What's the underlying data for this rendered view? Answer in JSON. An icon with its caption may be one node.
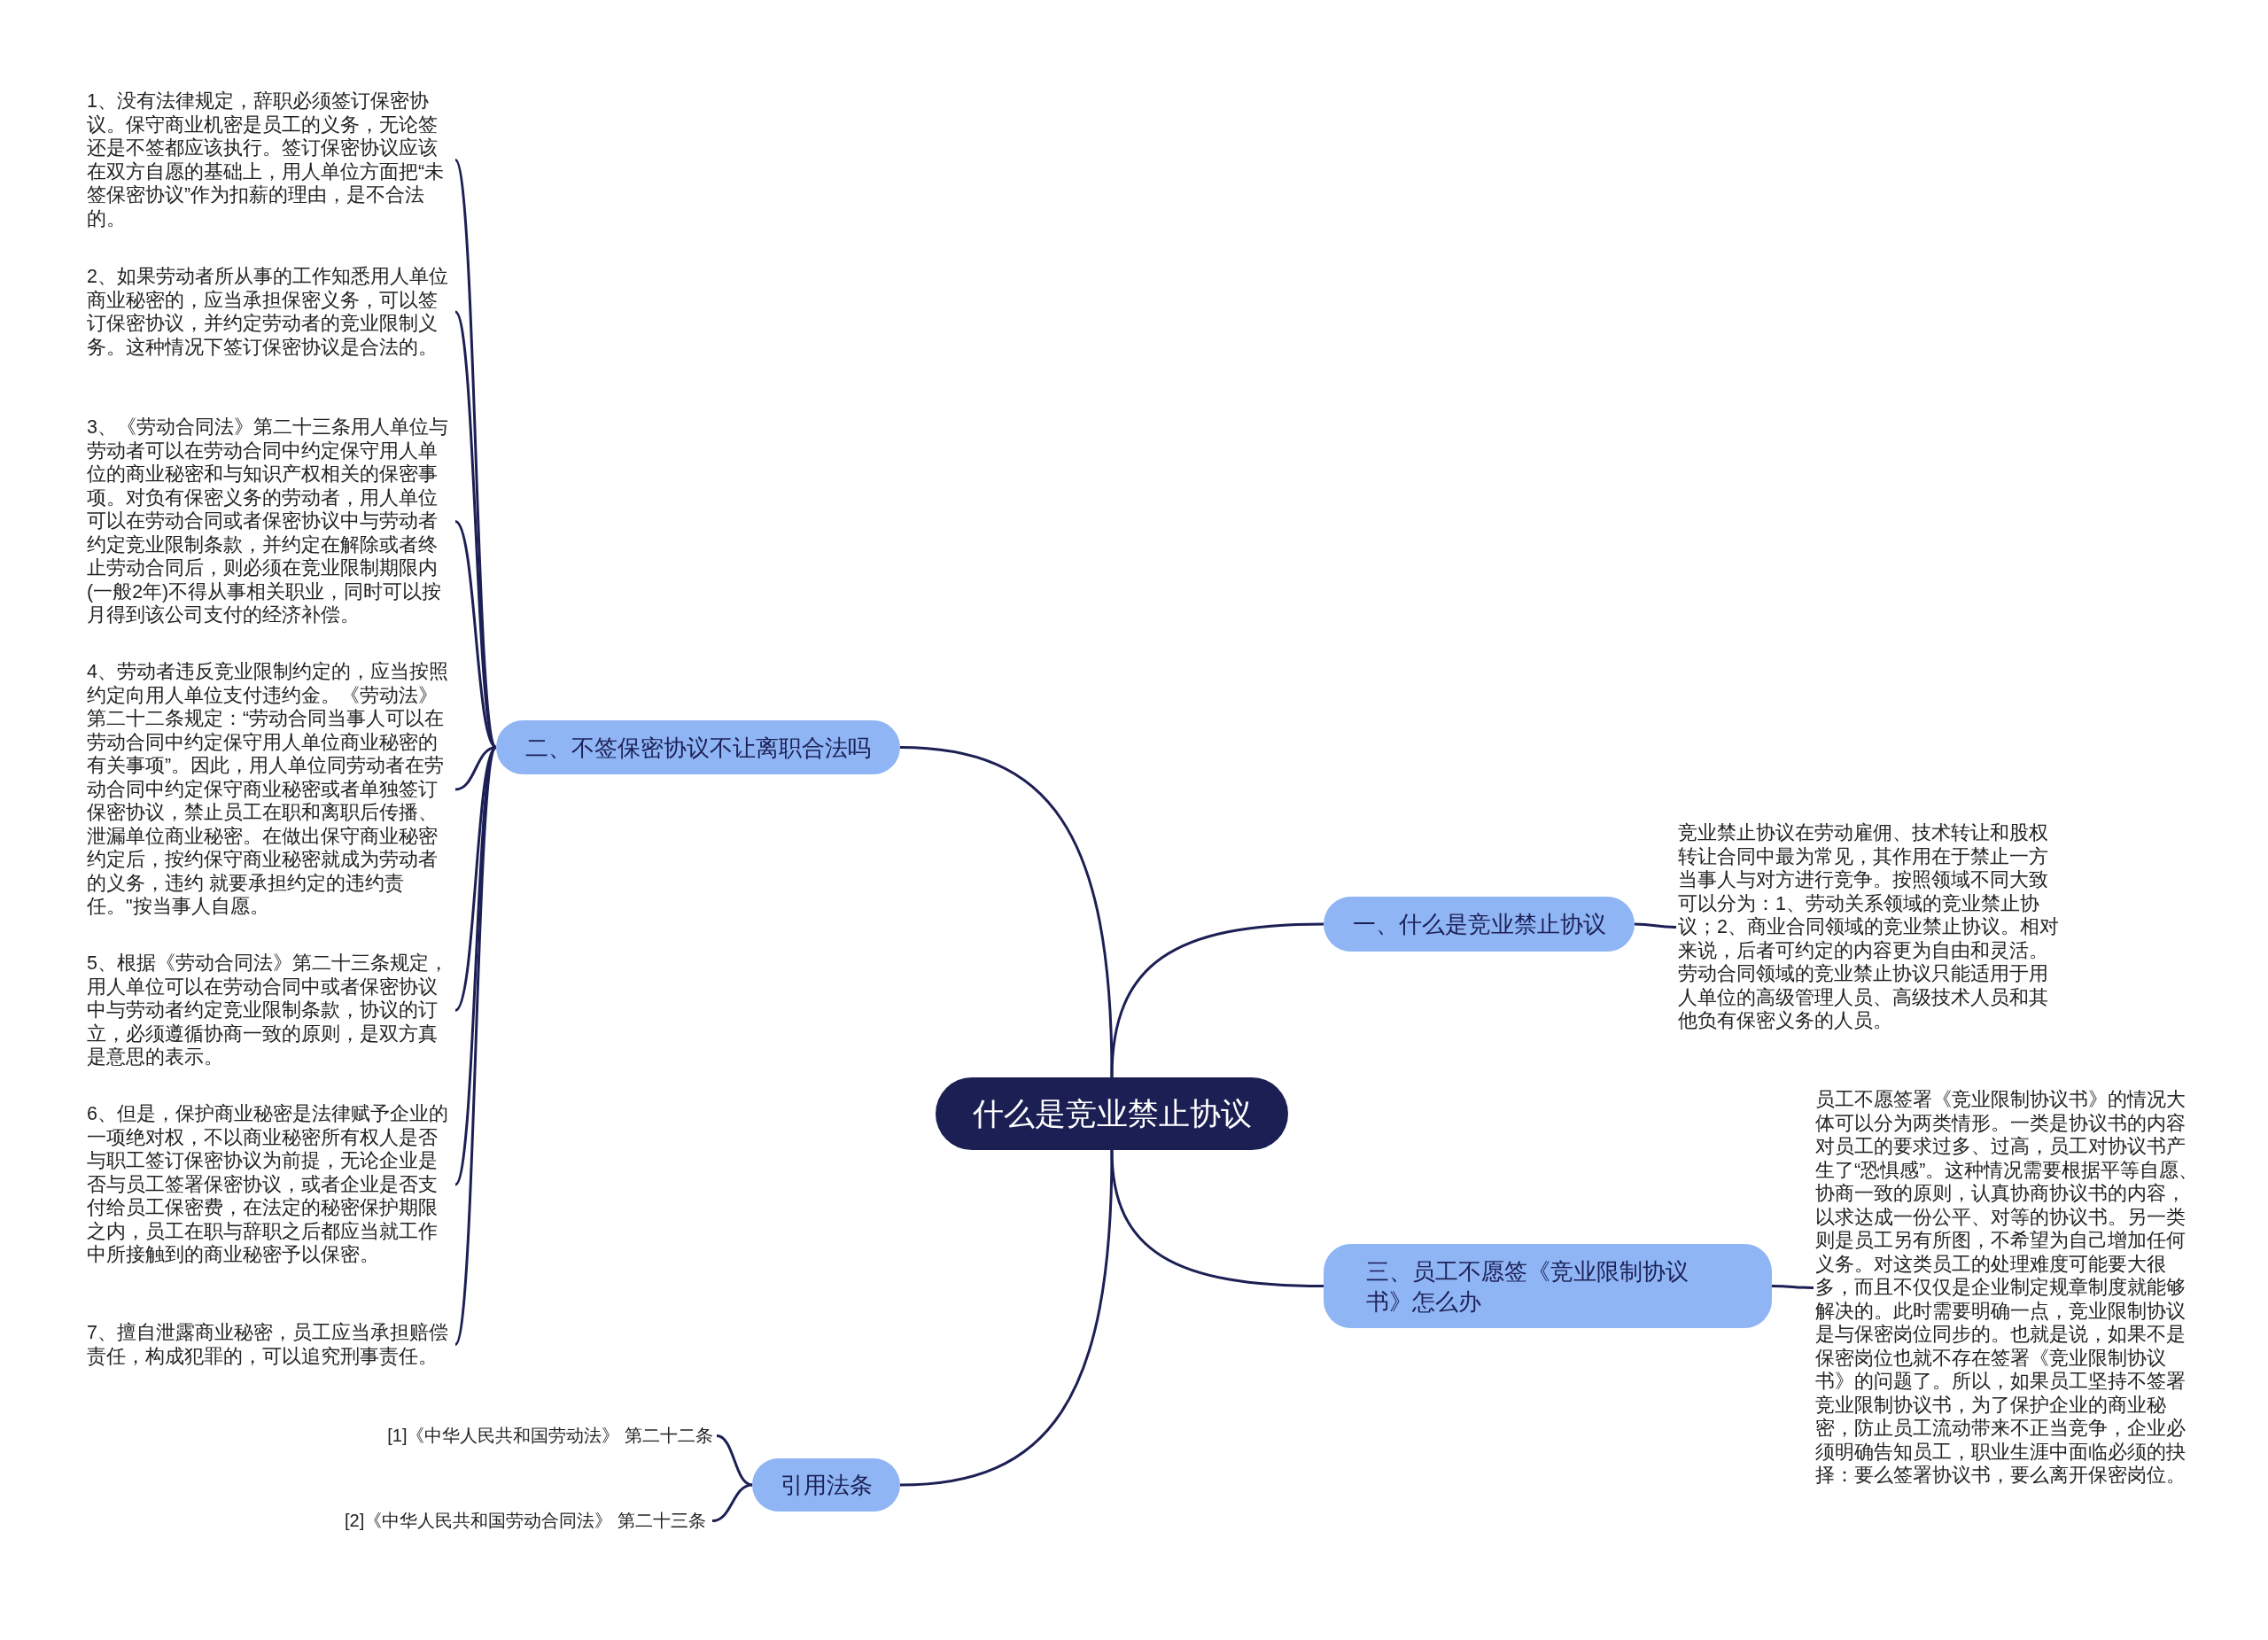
{
  "diagram": {
    "nodes": [
      {
        "text": [
          "什么是竞业禁止协议"
        ]
      },
      {
        "text": [
          "二、不签保密协议不让离职合法吗"
        ]
      },
      {
        "text": [
          "1、没有法律规定，辞职必须签订保密协议。保守商业机密是员工的义务，无论签还是不签都应该执行。签订保密协议应该在双方自愿的基础上，用人单位方面把“未签保密协议”作为扣薪的理由，是不合法的。"
        ]
      },
      {
        "text": [
          "2、如果劳动者所从事的工作知悉用人单位商业秘密的，应当承担保密义务，可以签订保密协议，并约定劳动者的竞业限制义务。这种情况下签订保密协议是合法的。"
        ]
      },
      {
        "text": [
          "3、《劳动合同法》第二十三条用人单位与劳动者可以在劳动合同中约定保守用人单位的商业秘密和与知识产权相关的保密事项。对负有保密义务的劳动者，用人单位可以在劳动合同或者保密协议中与劳动者约定竞业限制条款，并约定在解除或者终止劳动合同后，则必须在竞业限制期限内(一般2年)不得从事相关职业，同时可以按月得到该公司支付的经济补偿。"
        ]
      },
      {
        "text": [
          "4、劳动者违反竞业限制约定的，应当按照约定向用人单位支付违约金。《劳动法》第二十二条规定：“劳动合同当事人可以在劳动合同中约定保守用人单位商业秘密的有关事项”。因此，用人单位同劳动者在劳动合同中约定保守商业秘密或者单独签订保密协议，禁止员工在职和离职后传播、泄漏单位商业秘密。在做出保守商业秘密约定后，按约保守商业秘密就成为劳动者的义务，违约 就要承担约定的违约责任。\"按当事人自愿。"
        ]
      },
      {
        "text": [
          "5、根据《劳动合同法》第二十三条规定，用人单位可以在劳动合同中或者保密协议中与劳动者约定竞业限制条款，协议的订立，必须遵循协商一致的原则，是双方真是意思的表示。"
        ]
      },
      {
        "text": [
          "6、但是，保护商业秘密是法律赋予企业的一项绝对权，不以商业秘密所有权人是否与职工签订保密协议为前提，无论企业是否与员工签署保密协议，或者企业是否支付给员工保密费，在法定的秘密保护期限之内，员工在职与辞职之后都应当就工作中所接触到的商业秘密予以保密。"
        ]
      },
      {
        "text": [
          "7、擅自泄露商业秘密，员工应当承担赔偿责任，构成犯罪的，可以追究刑事责任。"
        ]
      },
      {
        "text": [
          "一、什么是竞业禁止协议"
        ]
      },
      {
        "text": [
          "竞业禁止协议在劳动雇佣、技术转让和股权转让合同中最为常见，其作用在于禁止一方当事人与对方进行竞争。按照领域不同大致可以分为：1、劳动关系领域的竞业禁止协议；2、商业合同领域的竞业禁止协议。相对来说，后者可约定的内容更为自由和灵活。劳动合同领域的竞业禁止协议只能适用于用人单位的高级管理人员、高级技术人员和其他负有保密义务的人员。"
        ]
      },
      {
        "text": [
          "三、员工不愿签《竞业限制协议书》怎么办"
        ]
      },
      {
        "text": [
          "员工不愿签署《竞业限制协议书》的情况大体可以分为两类情形。一类是协议书的内容对员工的要求过多、过高，员工对协议书产生了“恐惧感”。这种情况需要根据平等自愿、协商一致的原则，认真协商协议书的内容，以求达成一份公平、对等的协议书。另一类则是员工另有所图，不希望为自己增加任何义务。对这类员工的处理难度可能要大很多，而且不仅仅是企业制定规章制度就能够解决的。此时需要明确一点，竞业限制协议是与保密岗位同步的。也就是说，如果不是保密岗位也就不存在签署《竞业限制协议书》的问题了。所以，如果员工坚持不签署竞业限制协议书，为了保护企业的商业秘密，防止员工流动带来不正当竞争，企业必须明确告知员工，职业生涯中面临必须的抉择：要么签署协议书，要么离开保密岗位。"
        ]
      },
      {
        "text": [
          "引用法条"
        ]
      },
      {
        "text": [
          "[1]《中华人民共和国劳动法》 第二十二条"
        ]
      },
      {
        "text": [
          "[2]《中华人民共和国劳动合同法》 第二十三条"
        ]
      }
    ],
    "edges": [
      {
        "from": 0,
        "to": 1,
        "arrow": "none"
      },
      {
        "from": 1,
        "to": 2,
        "arrow": "none"
      },
      {
        "from": 1,
        "to": 3,
        "arrow": "none"
      },
      {
        "from": 1,
        "to": 4,
        "arrow": "none"
      },
      {
        "from": 1,
        "to": 5,
        "arrow": "none"
      },
      {
        "from": 1,
        "to": 6,
        "arrow": "none"
      },
      {
        "from": 1,
        "to": 7,
        "arrow": "none"
      },
      {
        "from": 1,
        "to": 8,
        "arrow": "none"
      },
      {
        "from": 0,
        "to": 9,
        "arrow": "none"
      },
      {
        "from": 9,
        "to": 10,
        "arrow": "none"
      },
      {
        "from": 0,
        "to": 11,
        "arrow": "none"
      },
      {
        "from": 11,
        "to": 12,
        "arrow": "none"
      },
      {
        "from": 0,
        "to": 13,
        "arrow": "none"
      },
      {
        "from": 13,
        "to": 14,
        "arrow": "none"
      },
      {
        "from": 13,
        "to": 15,
        "arrow": "none"
      }
    ]
  }
}
